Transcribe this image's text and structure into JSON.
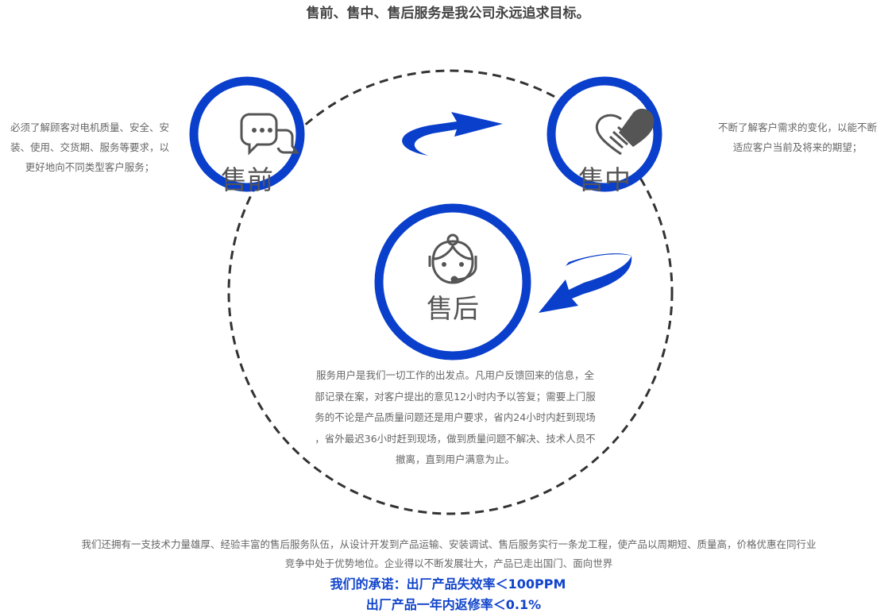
{
  "title": "售前、售中、售后服务是我公司永远追求目标。",
  "stages": [
    {
      "label": "售前",
      "icon": "chat-bubbles-icon",
      "desc": [
        "必须了解顾客对电机质量、安全、安",
        "装、使用、交货期、服务等要求，以",
        "更好地向不同类型客户服务；"
      ]
    },
    {
      "label": "售中",
      "icon": "handshake-icon",
      "desc": [
        "不断了解客户需求的变化，以能不断",
        "适应客户当前及将来的期望；"
      ]
    },
    {
      "label": "售后",
      "icon": "headset-agent-icon",
      "desc": [
        "服务用户是我们一切工作的出发点。凡用户反馈回来的信息，全",
        "部记录在案，对客户提出的意见12小时内予以答复；需要上门服",
        "务的不论是产品质量问题还是用户要求，省内24小时内赶到现场",
        "，省外最迟36小时赶到现场，做到质量问题不解决、技术人员不",
        "撤离，直到用户满意为止。"
      ]
    }
  ],
  "bottom": [
    "我们还拥有一支技术力量雄厚、经验丰富的售后服务队伍，从设计开发到产品运输、安装调试、售后服务实行一条龙工程，使产品以周期短、质量高，价格优惠在同行业",
    "竞争中处于优势地位。企业得以不断发展壮大，产品已走出国门、面向世界"
  ],
  "promise": [
    "我们的承诺：出厂产品失效率＜100PPM",
    "出厂产品一年内返修率＜0.1%"
  ],
  "colors": {
    "accent": "#0a3fcc",
    "text": "#666666"
  }
}
